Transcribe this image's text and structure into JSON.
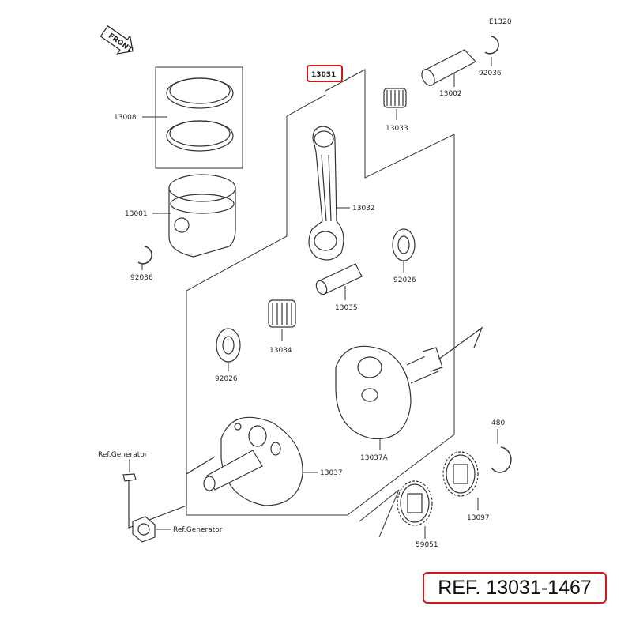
{
  "diagram_code": "E1320",
  "front_label": "FRONT",
  "parts": {
    "p13031": "13031",
    "p13008": "13008",
    "p13001": "13001",
    "p92036_left": "92036",
    "p92036_right": "92036",
    "p13002": "13002",
    "p13033": "13033",
    "p13032": "13032",
    "p92026_right": "92026",
    "p13035": "13035",
    "p13034": "13034",
    "p92026_left": "92026",
    "p13037A": "13037A",
    "p13037": "13037",
    "p480": "480",
    "p13097": "13097",
    "p59051": "59051"
  },
  "refs": {
    "generator_top": "Ref.Generator",
    "generator_bottom": "Ref.Generator"
  },
  "ref_number": "REF. 13031-1467",
  "colors": {
    "highlight": "#d0181f",
    "line": "#333333"
  }
}
